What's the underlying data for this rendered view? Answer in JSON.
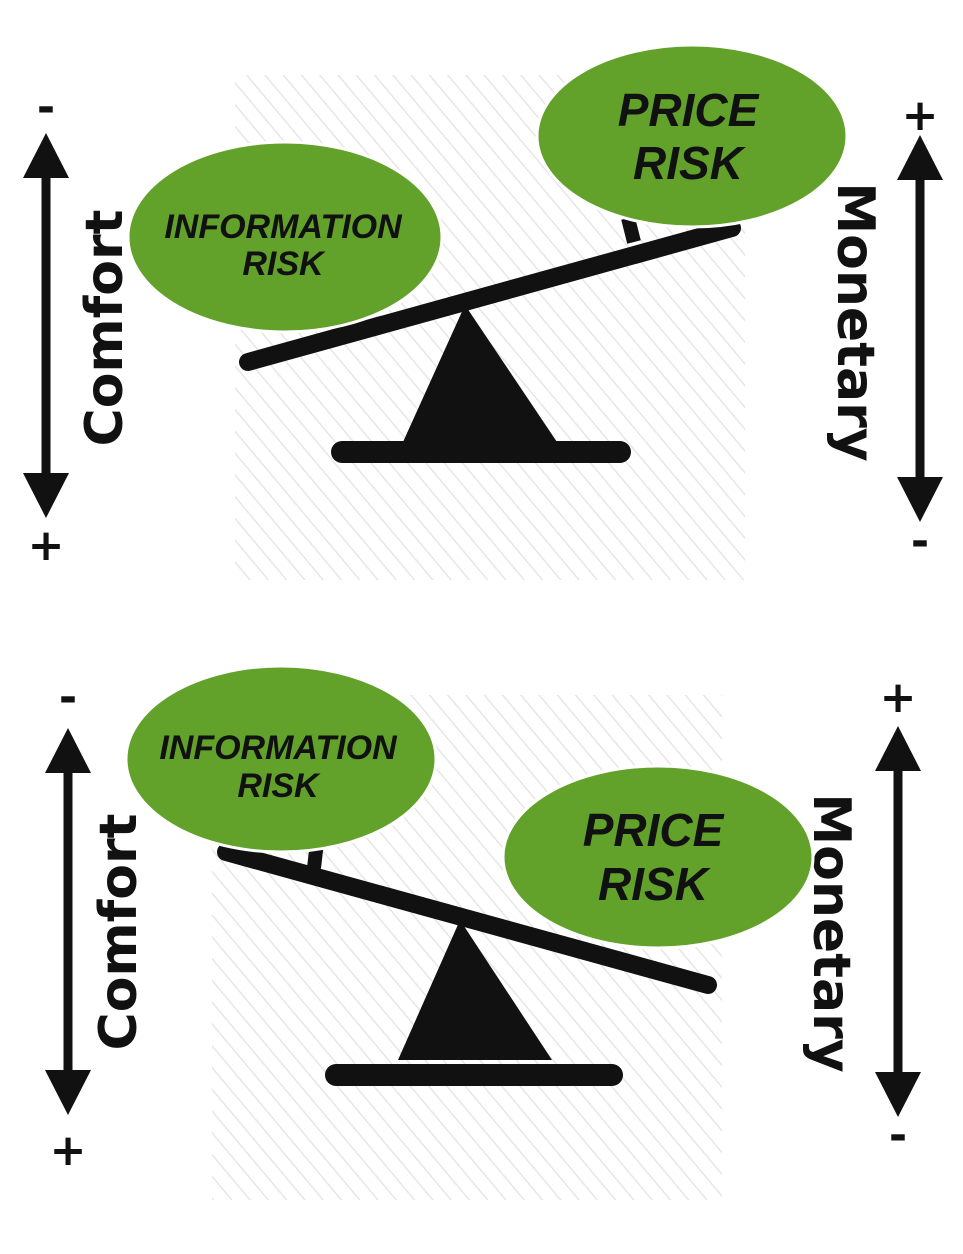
{
  "colors": {
    "bubble_fill": "#62a12a",
    "bubble_stroke": "#ffffff",
    "ink": "#111111",
    "hatch": "#e3e3e3"
  },
  "panels": [
    {
      "tilt": "right-side-up",
      "left_axis": {
        "label": "Comfort",
        "top_sign": "-",
        "bottom_sign": "+"
      },
      "right_axis": {
        "label": "Monetary",
        "top_sign": "+",
        "bottom_sign": "-"
      },
      "left_bubble": {
        "line1": "INFORMATION",
        "line2": "RISK"
      },
      "right_bubble": {
        "line1": "PRICE",
        "line2": "RISK"
      }
    },
    {
      "tilt": "left-side-up",
      "left_axis": {
        "label": "Comfort",
        "top_sign": "-",
        "bottom_sign": "+"
      },
      "right_axis": {
        "label": "Monetary",
        "top_sign": "+",
        "bottom_sign": "-"
      },
      "left_bubble": {
        "line1": "INFORMATION",
        "line2": "RISK"
      },
      "right_bubble": {
        "line1": "PRICE",
        "line2": "RISK"
      }
    }
  ]
}
